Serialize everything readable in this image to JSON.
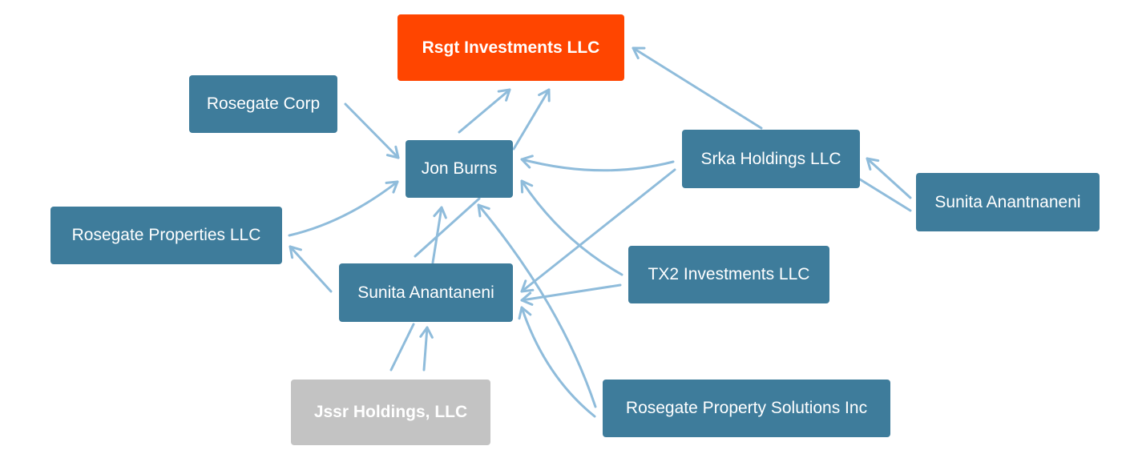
{
  "colors": {
    "entity": "#3e7c9b",
    "focus": "#ff4500",
    "inactive": "#c3c3c3",
    "edge": "#8fbcdb",
    "text": "#ffffff"
  },
  "nodes": [
    {
      "id": "rsgt",
      "label": "Rsgt Investments LLC",
      "kind": "focus"
    },
    {
      "id": "rosegate-corp",
      "label": "Rosegate Corp",
      "kind": "entity"
    },
    {
      "id": "jon-burns",
      "label": "Jon Burns",
      "kind": "entity"
    },
    {
      "id": "srka",
      "label": "Srka Holdings LLC",
      "kind": "entity"
    },
    {
      "id": "sunita-anantnaneni",
      "label": "Sunita Anantnaneni",
      "kind": "entity"
    },
    {
      "id": "rosegate-properties",
      "label": "Rosegate Properties LLC",
      "kind": "entity"
    },
    {
      "id": "sunita-anantaneni",
      "label": "Sunita Anantaneni",
      "kind": "entity"
    },
    {
      "id": "tx2",
      "label": "TX2 Investments LLC",
      "kind": "entity"
    },
    {
      "id": "jssr",
      "label": "Jssr Holdings, LLC",
      "kind": "inactive"
    },
    {
      "id": "rosegate-property-solutions",
      "label": "Rosegate Property Solutions Inc",
      "kind": "entity"
    }
  ],
  "edges": [
    {
      "from": "jon-burns",
      "to": "rsgt"
    },
    {
      "from": "rosegate-corp",
      "to": "jon-burns"
    },
    {
      "from": "srka",
      "to": "rsgt"
    },
    {
      "from": "srka",
      "to": "jon-burns"
    },
    {
      "from": "srka",
      "to": "sunita-anantaneni"
    },
    {
      "from": "sunita-anantnaneni",
      "to": "srka"
    },
    {
      "from": "rosegate-properties",
      "to": "jon-burns"
    },
    {
      "from": "sunita-anantaneni",
      "to": "rosegate-properties"
    },
    {
      "from": "sunita-anantaneni",
      "to": "jon-burns"
    },
    {
      "from": "tx2",
      "to": "jon-burns"
    },
    {
      "from": "tx2",
      "to": "sunita-anantaneni"
    },
    {
      "from": "jssr",
      "to": "sunita-anantaneni"
    },
    {
      "from": "rosegate-property-solutions",
      "to": "jon-burns"
    },
    {
      "from": "rosegate-property-solutions",
      "to": "sunita-anantaneni"
    }
  ]
}
